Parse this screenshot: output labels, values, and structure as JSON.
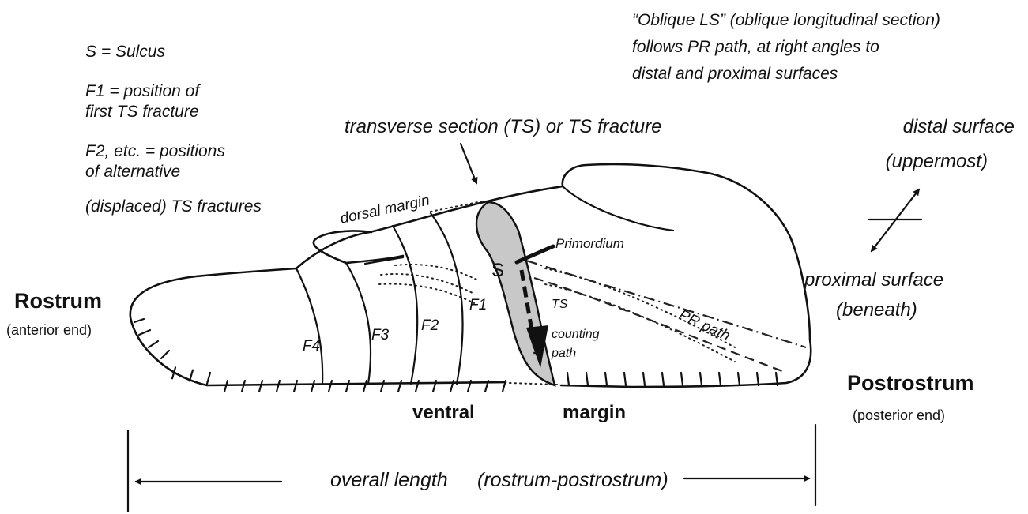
{
  "legend": {
    "sulcus_def": "S = Sulcus",
    "f1_line1": "F1 = position of",
    "f1_line2": "first TS fracture",
    "f2_line1": "F2, etc. = positions",
    "f2_line2": "of alternative",
    "f2_line3": "(displaced) TS fractures"
  },
  "oblique_note": {
    "line1": "“Oblique LS” (oblique longitudinal section)",
    "line2": "follows PR path, at right angles to",
    "line3": "distal and proximal surfaces"
  },
  "ts_heading": "transverse section (TS) or TS fracture",
  "distal": {
    "line1": "distal surface",
    "line2": "(uppermost)"
  },
  "proximal": {
    "line1": "proximal surface",
    "line2": "(beneath)"
  },
  "rostrum": {
    "name": "Rostrum",
    "sub": "(anterior end)"
  },
  "postrostrum": {
    "name": "Postrostrum",
    "sub": "(posterior end)"
  },
  "parts": {
    "dorsal_margin": "dorsal margin",
    "primordium": "Primordium",
    "sulcus": "S",
    "ventral": "ventral",
    "margin": "margin",
    "pr_path": "PR path",
    "ts_path_1": "TS",
    "ts_path_2": "counting",
    "ts_path_3": "path"
  },
  "fractures": [
    "F1",
    "F2",
    "F3",
    "F4"
  ],
  "overall_length": "overall length",
  "overall_length_sub": "(rostrum-postrostrum)",
  "colors": {
    "ink": "#111111",
    "sulcus_fill": "#c8c8c8",
    "background": "#ffffff"
  }
}
